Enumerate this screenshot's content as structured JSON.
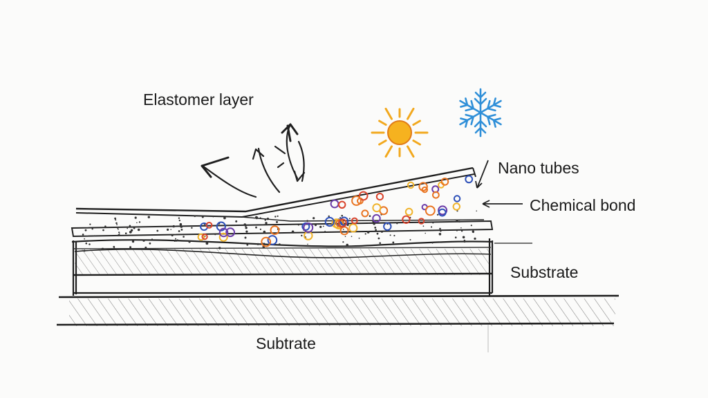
{
  "labels": {
    "elastomer_layer": "Elastomer layer",
    "nano_tubes": "Nano tubes",
    "chemical_bond": "Chemical bond",
    "substrate_right": "Substrate",
    "substrate_bottom": "Subtrate"
  },
  "icons": {
    "sun": "sun-icon",
    "snowflake": "snowflake-icon"
  },
  "colors": {
    "ink": "#2b2b2b",
    "sun": "#f2a81d",
    "sun_core": "#f6b21f",
    "snowflake": "#2f8fd8",
    "particle_orange": "#e9731f",
    "particle_red": "#d9432c",
    "particle_blue": "#2c4fb8",
    "particle_purple": "#6a3aa8",
    "particle_yellow": "#f0b32a"
  }
}
